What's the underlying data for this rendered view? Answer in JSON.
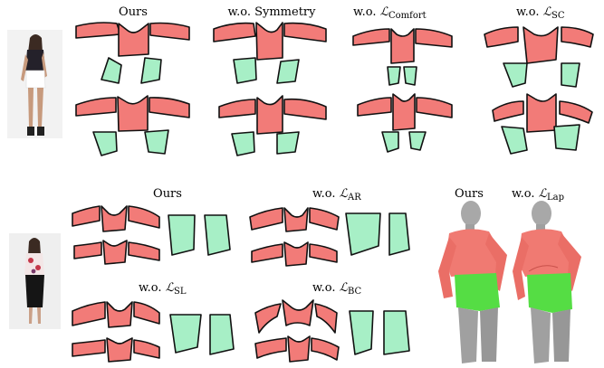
{
  "top_row": {
    "labels": {
      "ours": "Ours",
      "wo_symmetry": "w.o. Symmetry",
      "wo_comfort_prefix": "w.o. ",
      "wo_comfort_L": "ℒ",
      "wo_comfort_sub": "Comfort",
      "wo_sc_prefix": "w.o. ",
      "wo_sc_L": "ℒ",
      "wo_sc_sub": "SC"
    }
  },
  "bottom_row": {
    "labels": {
      "ours": "Ours",
      "wo_ar_prefix": "w.o. ",
      "wo_ar_L": "ℒ",
      "wo_ar_sub": "AR",
      "wo_sl_prefix": "w.o. ",
      "wo_sl_L": "ℒ",
      "wo_sl_sub": "SL",
      "wo_bc_prefix": "w.o. ",
      "wo_bc_L": "ℒ",
      "wo_bc_sub": "BC"
    }
  },
  "render_panel": {
    "labels": {
      "ours": "Ours",
      "wo_lap_prefix": "w.o. ",
      "wo_lap_L": "ℒ",
      "wo_lap_sub": "Lap"
    }
  },
  "colors": {
    "upper_panel": "#f27b78",
    "lower_panel": "#a7efc6",
    "body_gray": "#9a9a9a",
    "shorts_green": "#55dd44"
  }
}
